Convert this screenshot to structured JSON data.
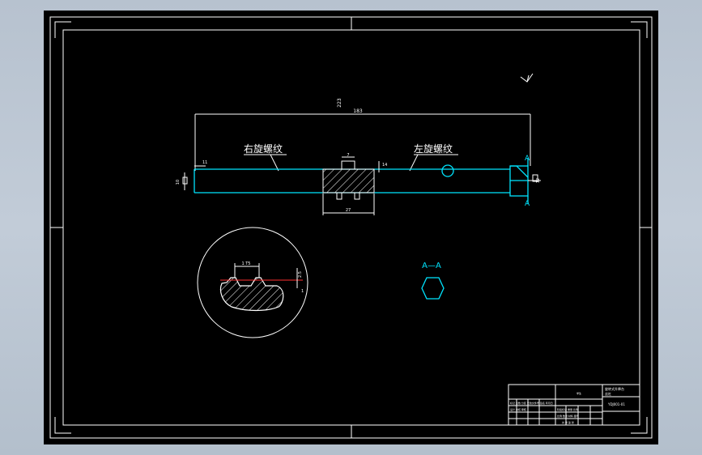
{
  "drawing": {
    "dimension_overall": "183",
    "dimension_vertical_note": "223",
    "dimension_left_end": "11",
    "dimension_left_dia": "10",
    "dimension_right_square": "12",
    "dimension_nut_top": "7",
    "dimension_nut_side": "14",
    "dimension_nut_width": "27",
    "label_right_hand_thread": "右旋螺纹",
    "label_left_hand_thread": "左旋螺纹",
    "section_mark": "A",
    "section_title": "A—A",
    "detail_pitch": "1  T5",
    "detail_height": "2.5",
    "detail_side": "1"
  },
  "title_block": {
    "project": "旋转式升降台",
    "part": "丝杠",
    "drawing_no": "YDJ001-01",
    "scale_row": "比例  数量  材料  图号",
    "design_row": "设计  校核  审核",
    "designer": "学生",
    "cell_a": "标记 处数 分区 更改文件号 签名 年月日",
    "cell_b": "阶段标记  重量  比例",
    "cell_c": "共 张 第 张"
  },
  "colors": {
    "background": "#000000",
    "lines": "#ffffff",
    "contour": "#00e5ff",
    "centerline": "#ff3030"
  }
}
